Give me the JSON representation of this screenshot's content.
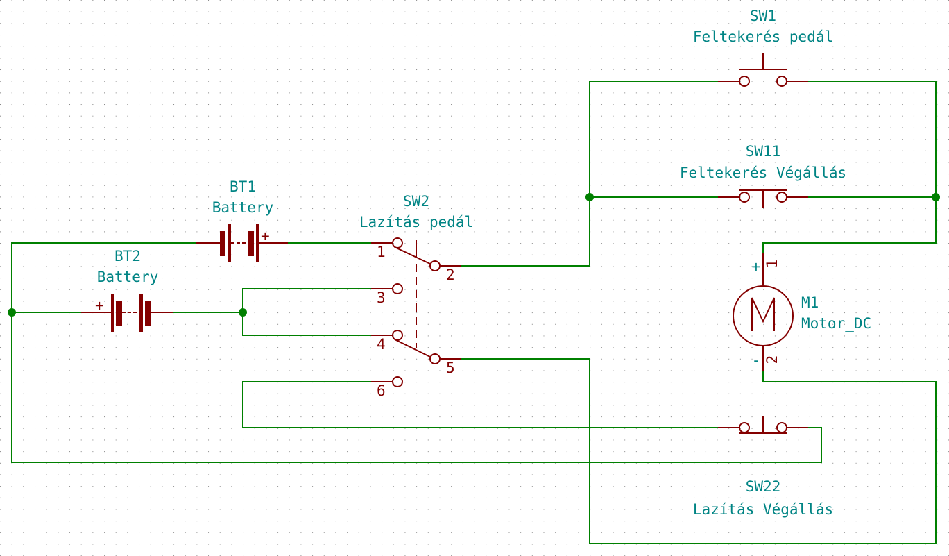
{
  "schematic": {
    "colors": {
      "wire": "#008000",
      "symbol": "#840000",
      "label": "#008484",
      "grid": "#848484",
      "background": "#ffffff"
    },
    "components": {
      "BT1": {
        "ref": "BT1",
        "value": "Battery",
        "polarity": "+"
      },
      "BT2": {
        "ref": "BT2",
        "value": "Battery",
        "polarity": "+"
      },
      "SW2": {
        "ref": "SW2",
        "value": "Lazítás pedál",
        "pins": [
          "1",
          "2",
          "3",
          "4",
          "5",
          "6"
        ]
      },
      "SW1": {
        "ref": "SW1",
        "value": "Feltekerés pedál"
      },
      "SW11": {
        "ref": "SW11",
        "value": "Feltekerés Végállás"
      },
      "SW22": {
        "ref": "SW22",
        "value": "Lazítás Végállás"
      },
      "M1": {
        "ref": "M1",
        "value": "Motor_DC",
        "pins": [
          "1",
          "2"
        ],
        "pin_polarity": [
          "+",
          "-"
        ],
        "symbol_letter": "M"
      }
    }
  }
}
